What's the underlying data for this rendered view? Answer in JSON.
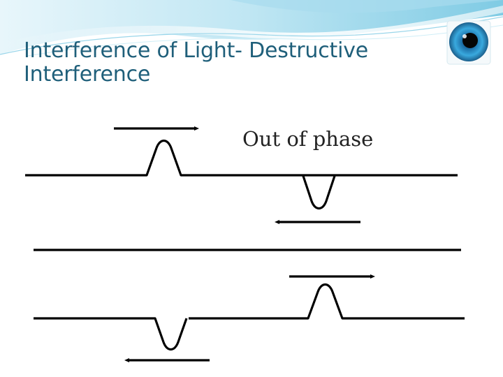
{
  "slide": {
    "title_line1": "Interference of Light- Destructive",
    "title_line2": "Interference",
    "caption": "Out of phase"
  },
  "icons": {
    "logo": "eye-icon"
  },
  "colors": {
    "title": "#1f5f7a",
    "banner_light": "#dff3fa",
    "banner_mid": "#8fd2e8",
    "banner_dark": "#2b8fb3",
    "eye_iris": "#2e9bd6",
    "lines": "#000000"
  }
}
